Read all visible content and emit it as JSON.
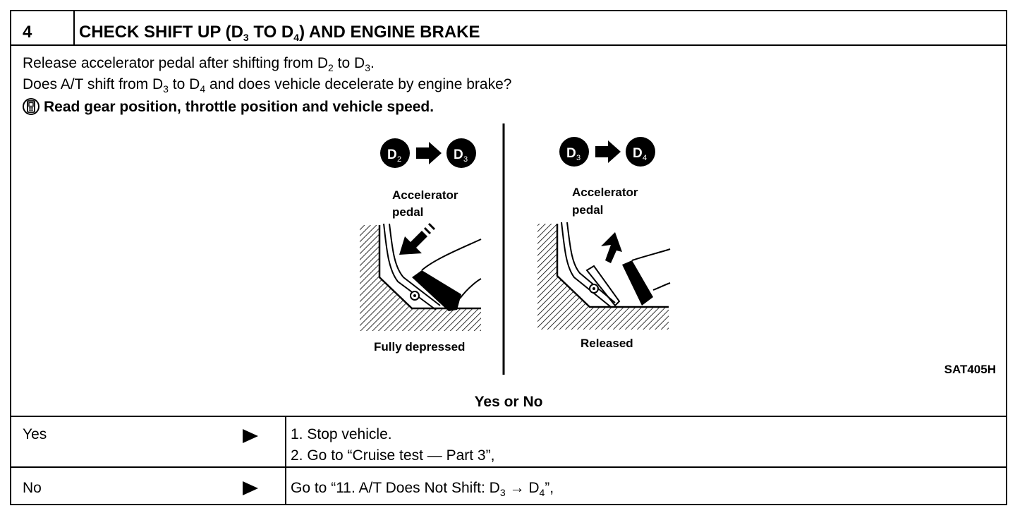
{
  "header": {
    "step_number": "4",
    "title_part1": "CHECK SHIFT UP (D",
    "title_sub1": "3",
    "title_part2": " TO D",
    "title_sub2": "4",
    "title_part3": ") AND ENGINE BRAKE"
  },
  "instructions": {
    "line1_part1": "Release accelerator pedal after shifting from D",
    "line1_sub1": "2",
    "line1_part2": " to D",
    "line1_sub2": "3",
    "line1_part3": ".",
    "line2_part1": "Does A/T shift from D",
    "line2_sub1": "3",
    "line2_part2": " to D",
    "line2_sub2": "4",
    "line2_part3": " and does vehicle decelerate by engine brake?",
    "line3_icon": "consult-tool-icon",
    "line3": "Read gear position, throttle position and vehicle speed."
  },
  "figure": {
    "left": {
      "from_gear": "D",
      "from_sub": "2",
      "to_gear": "D",
      "to_sub": "3",
      "label_line1": "Accelerator",
      "label_line2": "pedal",
      "caption": "Fully depressed"
    },
    "right": {
      "from_gear": "D",
      "from_sub": "3",
      "to_gear": "D",
      "to_sub": "4",
      "label_line1": "Accelerator",
      "label_line2": "pedal",
      "caption": "Released"
    },
    "code": "SAT405H"
  },
  "question": "Yes or No",
  "answers": [
    {
      "label": "Yes",
      "arrow_icon": "right-triangle-arrow-icon",
      "line1": "1.  Stop vehicle.",
      "line2": "2.  Go to “Cruise test — Part 3”,"
    },
    {
      "label": "No",
      "arrow_icon": "right-triangle-arrow-icon",
      "line1_part1": "Go to “11. A/T Does Not Shift: D",
      "line1_sub1": "3",
      "line1_part2": " → D",
      "line1_sub2": "4",
      "line1_part3": "”,"
    }
  ]
}
